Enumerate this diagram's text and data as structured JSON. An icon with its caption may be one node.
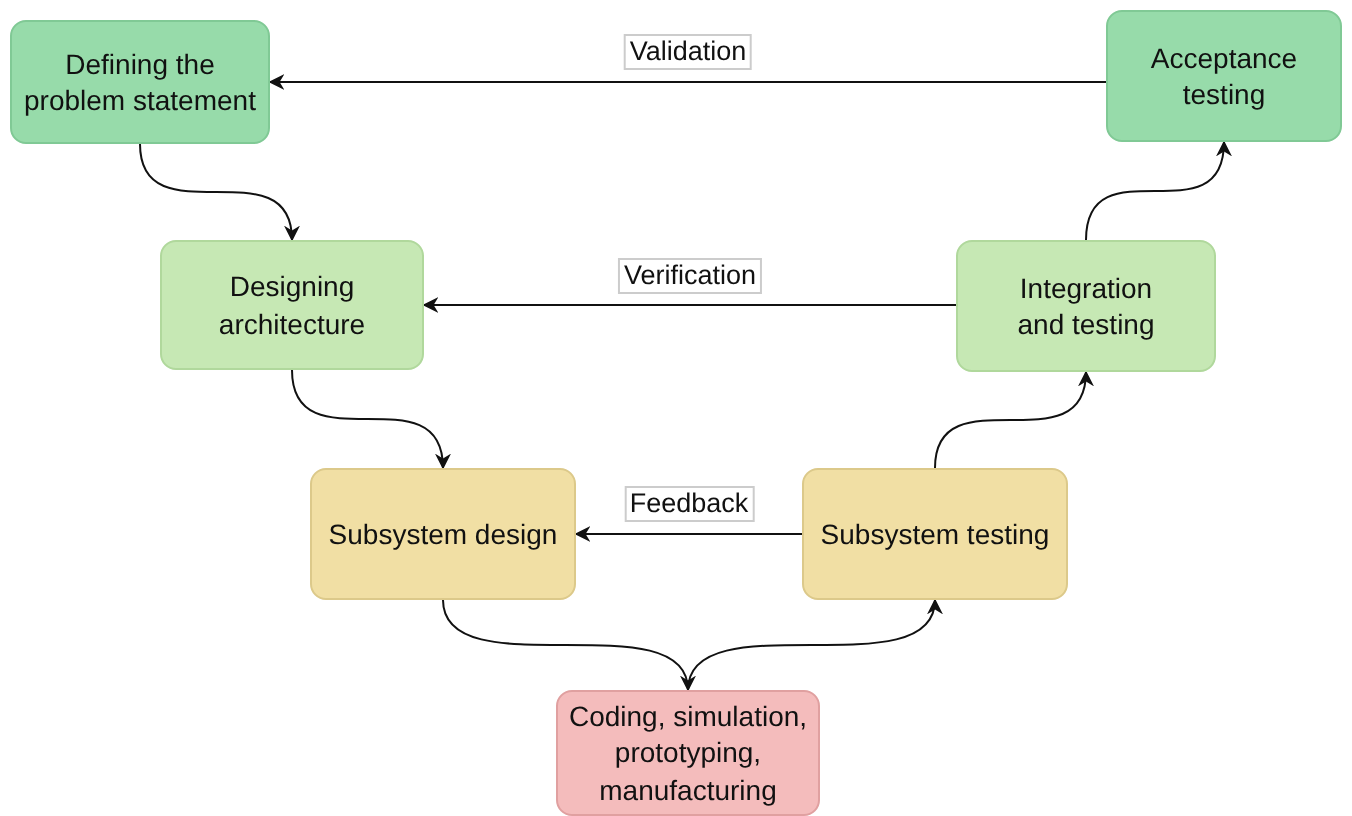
{
  "diagram": {
    "nodes": [
      {
        "text": [
          "Defining the problem statement"
        ]
      },
      {
        "text": [
          "Acceptance testing"
        ]
      },
      {
        "text": [
          "Designing architecture"
        ]
      },
      {
        "text": [
          "Integration and testing"
        ]
      },
      {
        "text": [
          "Subsystem design"
        ]
      },
      {
        "text": [
          "Subsystem testing"
        ]
      },
      {
        "text": [
          "Coding, simulation, prototyping, manufacturing"
        ]
      }
    ],
    "edges": [
      {
        "from": 0,
        "to": 2,
        "arrow": "to"
      },
      {
        "from": 2,
        "to": 4,
        "arrow": "to"
      },
      {
        "from": 4,
        "to": 6,
        "arrow": "to"
      },
      {
        "from": 6,
        "to": 5,
        "arrow": "to"
      },
      {
        "from": 5,
        "to": 3,
        "arrow": "to"
      },
      {
        "from": 3,
        "to": 1,
        "arrow": "to"
      },
      {
        "from": 1,
        "to": 0,
        "arrow": "to",
        "label": "Validation"
      },
      {
        "from": 3,
        "to": 2,
        "arrow": "to",
        "label": "Verification"
      },
      {
        "from": 5,
        "to": 4,
        "arrow": "to",
        "label": "Feedback"
      }
    ]
  }
}
